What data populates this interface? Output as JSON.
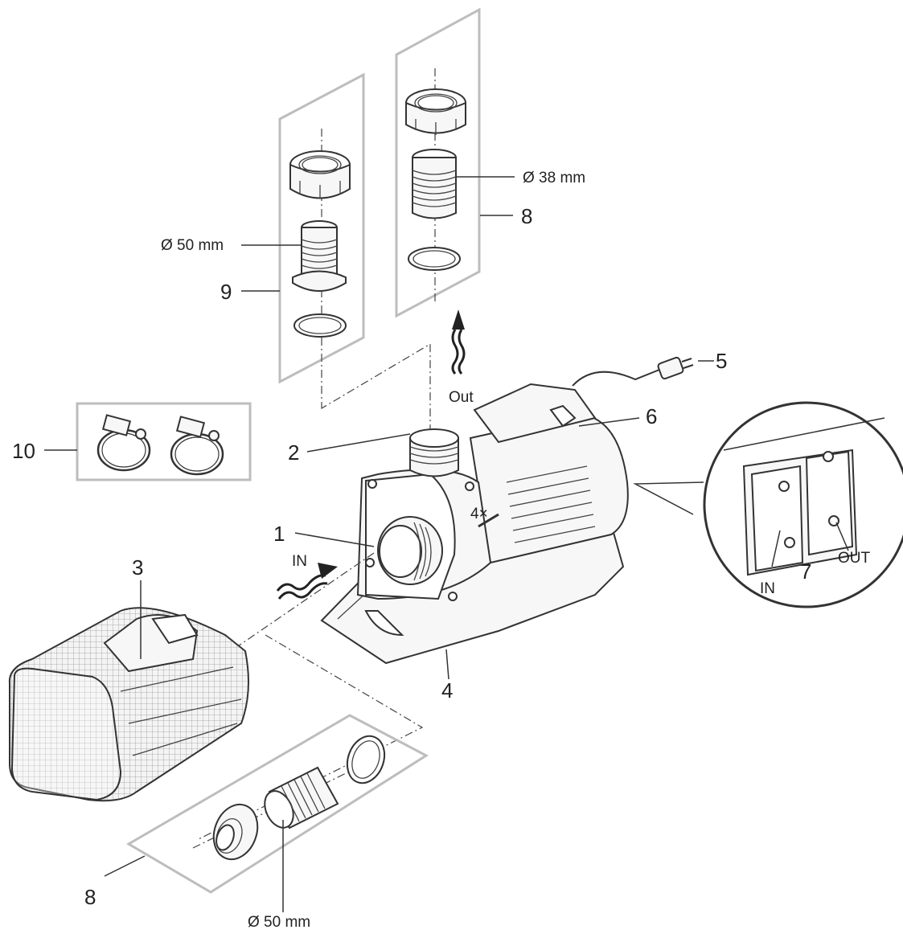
{
  "callouts": {
    "n1": "1",
    "n2": "2",
    "n3": "3",
    "n4": "4",
    "n5": "5",
    "n6": "6",
    "n7": "7",
    "n8_top": "8",
    "n8_bottom": "8",
    "n9": "9",
    "n10": "10"
  },
  "dimensions": {
    "top_left_fitting": "Ø 50 mm",
    "top_right_fitting": "Ø 38 mm",
    "bottom_fitting": "Ø 50 mm"
  },
  "labels": {
    "in_flow": "IN",
    "out_flow": "Out",
    "screws": "4×",
    "detail_in": "IN",
    "detail_out": "OUT"
  },
  "icons": {
    "flow_in": "wavy-arrow-icon",
    "flow_out": "wavy-arrow-icon",
    "plug": "power-plug-icon"
  }
}
